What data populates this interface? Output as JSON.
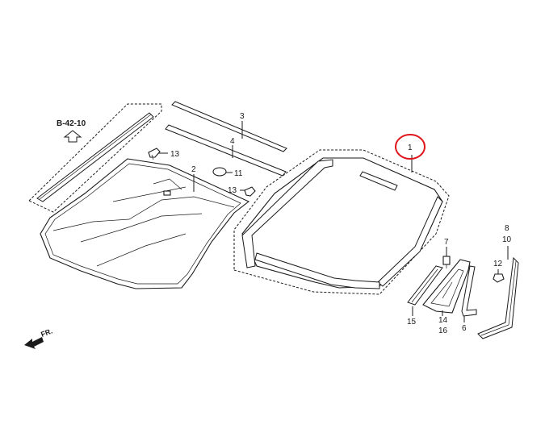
{
  "diagram": {
    "reference": "B-42-10",
    "direction_label": "FR.",
    "highlight_color": "#e0141b",
    "highlighted_part": "1",
    "callouts": {
      "p1": "1",
      "p2": "2",
      "p3": "3",
      "p4": "4",
      "p6": "6",
      "p7": "7",
      "p8": "8",
      "p10": "10",
      "p11": "11",
      "p12": "12",
      "p13a": "13",
      "p13b": "13",
      "p14": "14",
      "p15": "15",
      "p16": "16"
    }
  }
}
